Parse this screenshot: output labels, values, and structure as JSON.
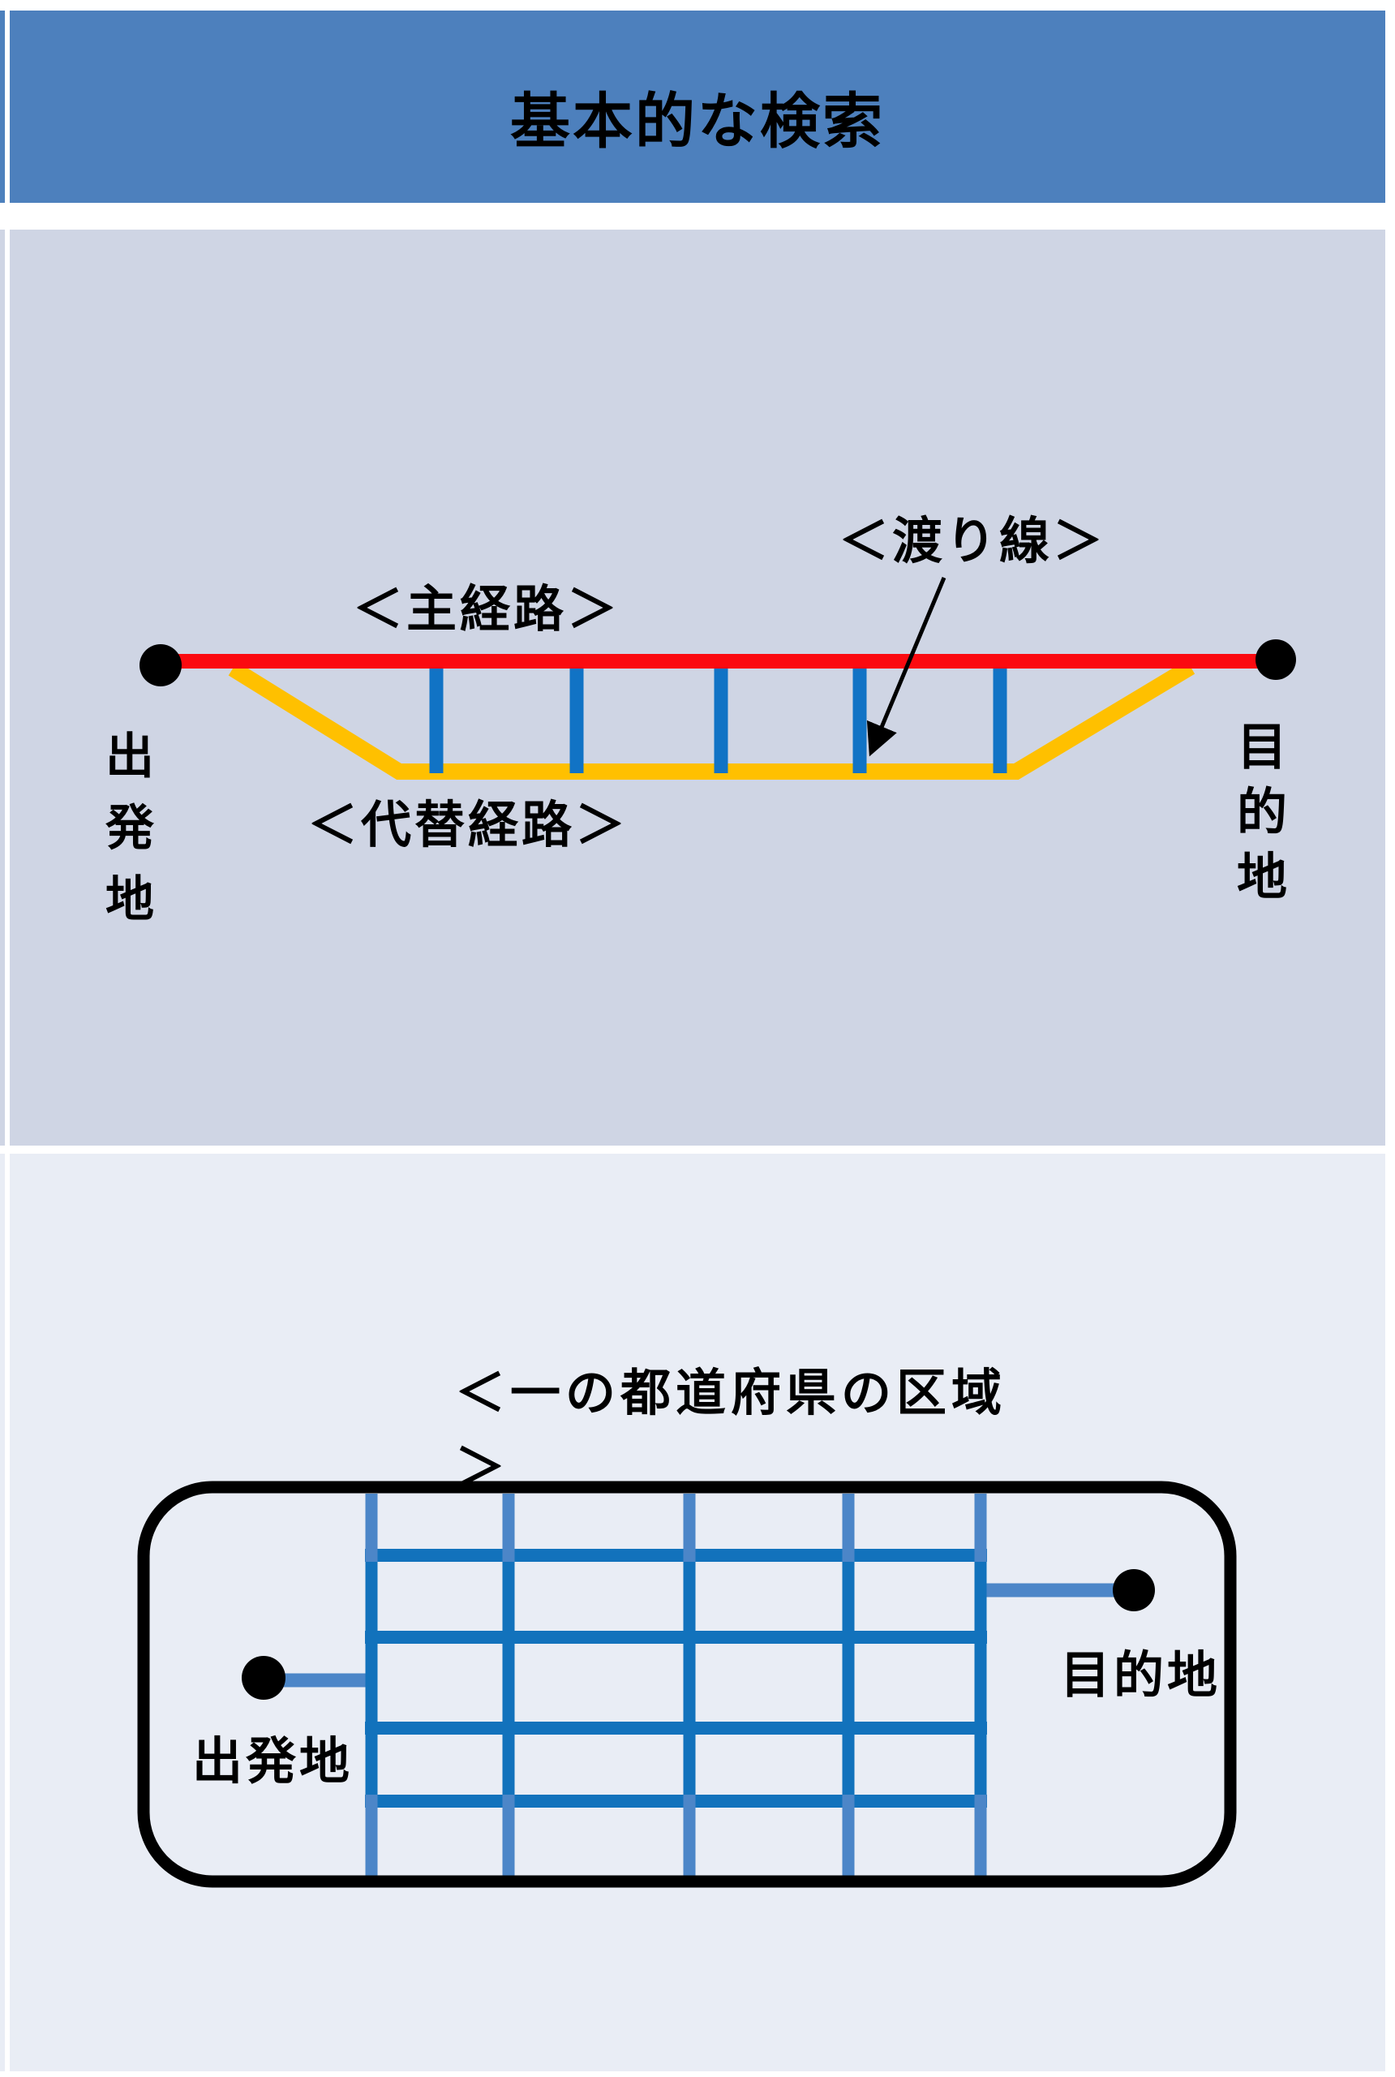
{
  "header": {
    "title": "基本的な検索",
    "bg_color": "#4D80BD"
  },
  "panel_main_routes": {
    "bg_color": "#CFD5E4",
    "main_route_label": "＜主経路＞",
    "crossing_line_label": "＜渡り線＞",
    "alt_route_label": "＜代替経路＞",
    "origin_label": "出発地",
    "destination_label": "目的地",
    "colors": {
      "main_route": "#FB0A10",
      "alt_route": "#FFC000",
      "crossing_line": "#1173C5",
      "node": "#000000",
      "arrow": "#000000"
    }
  },
  "panel_prefecture": {
    "bg_color": "#E9EDF5",
    "area_label": "＜一の都道府県の区域\n＞",
    "origin_label": "出発地",
    "destination_label": "目的地",
    "colors": {
      "grid_dark": "#1272BC",
      "grid_light": "#4C86C8",
      "border": "#000000",
      "node": "#000000"
    }
  }
}
